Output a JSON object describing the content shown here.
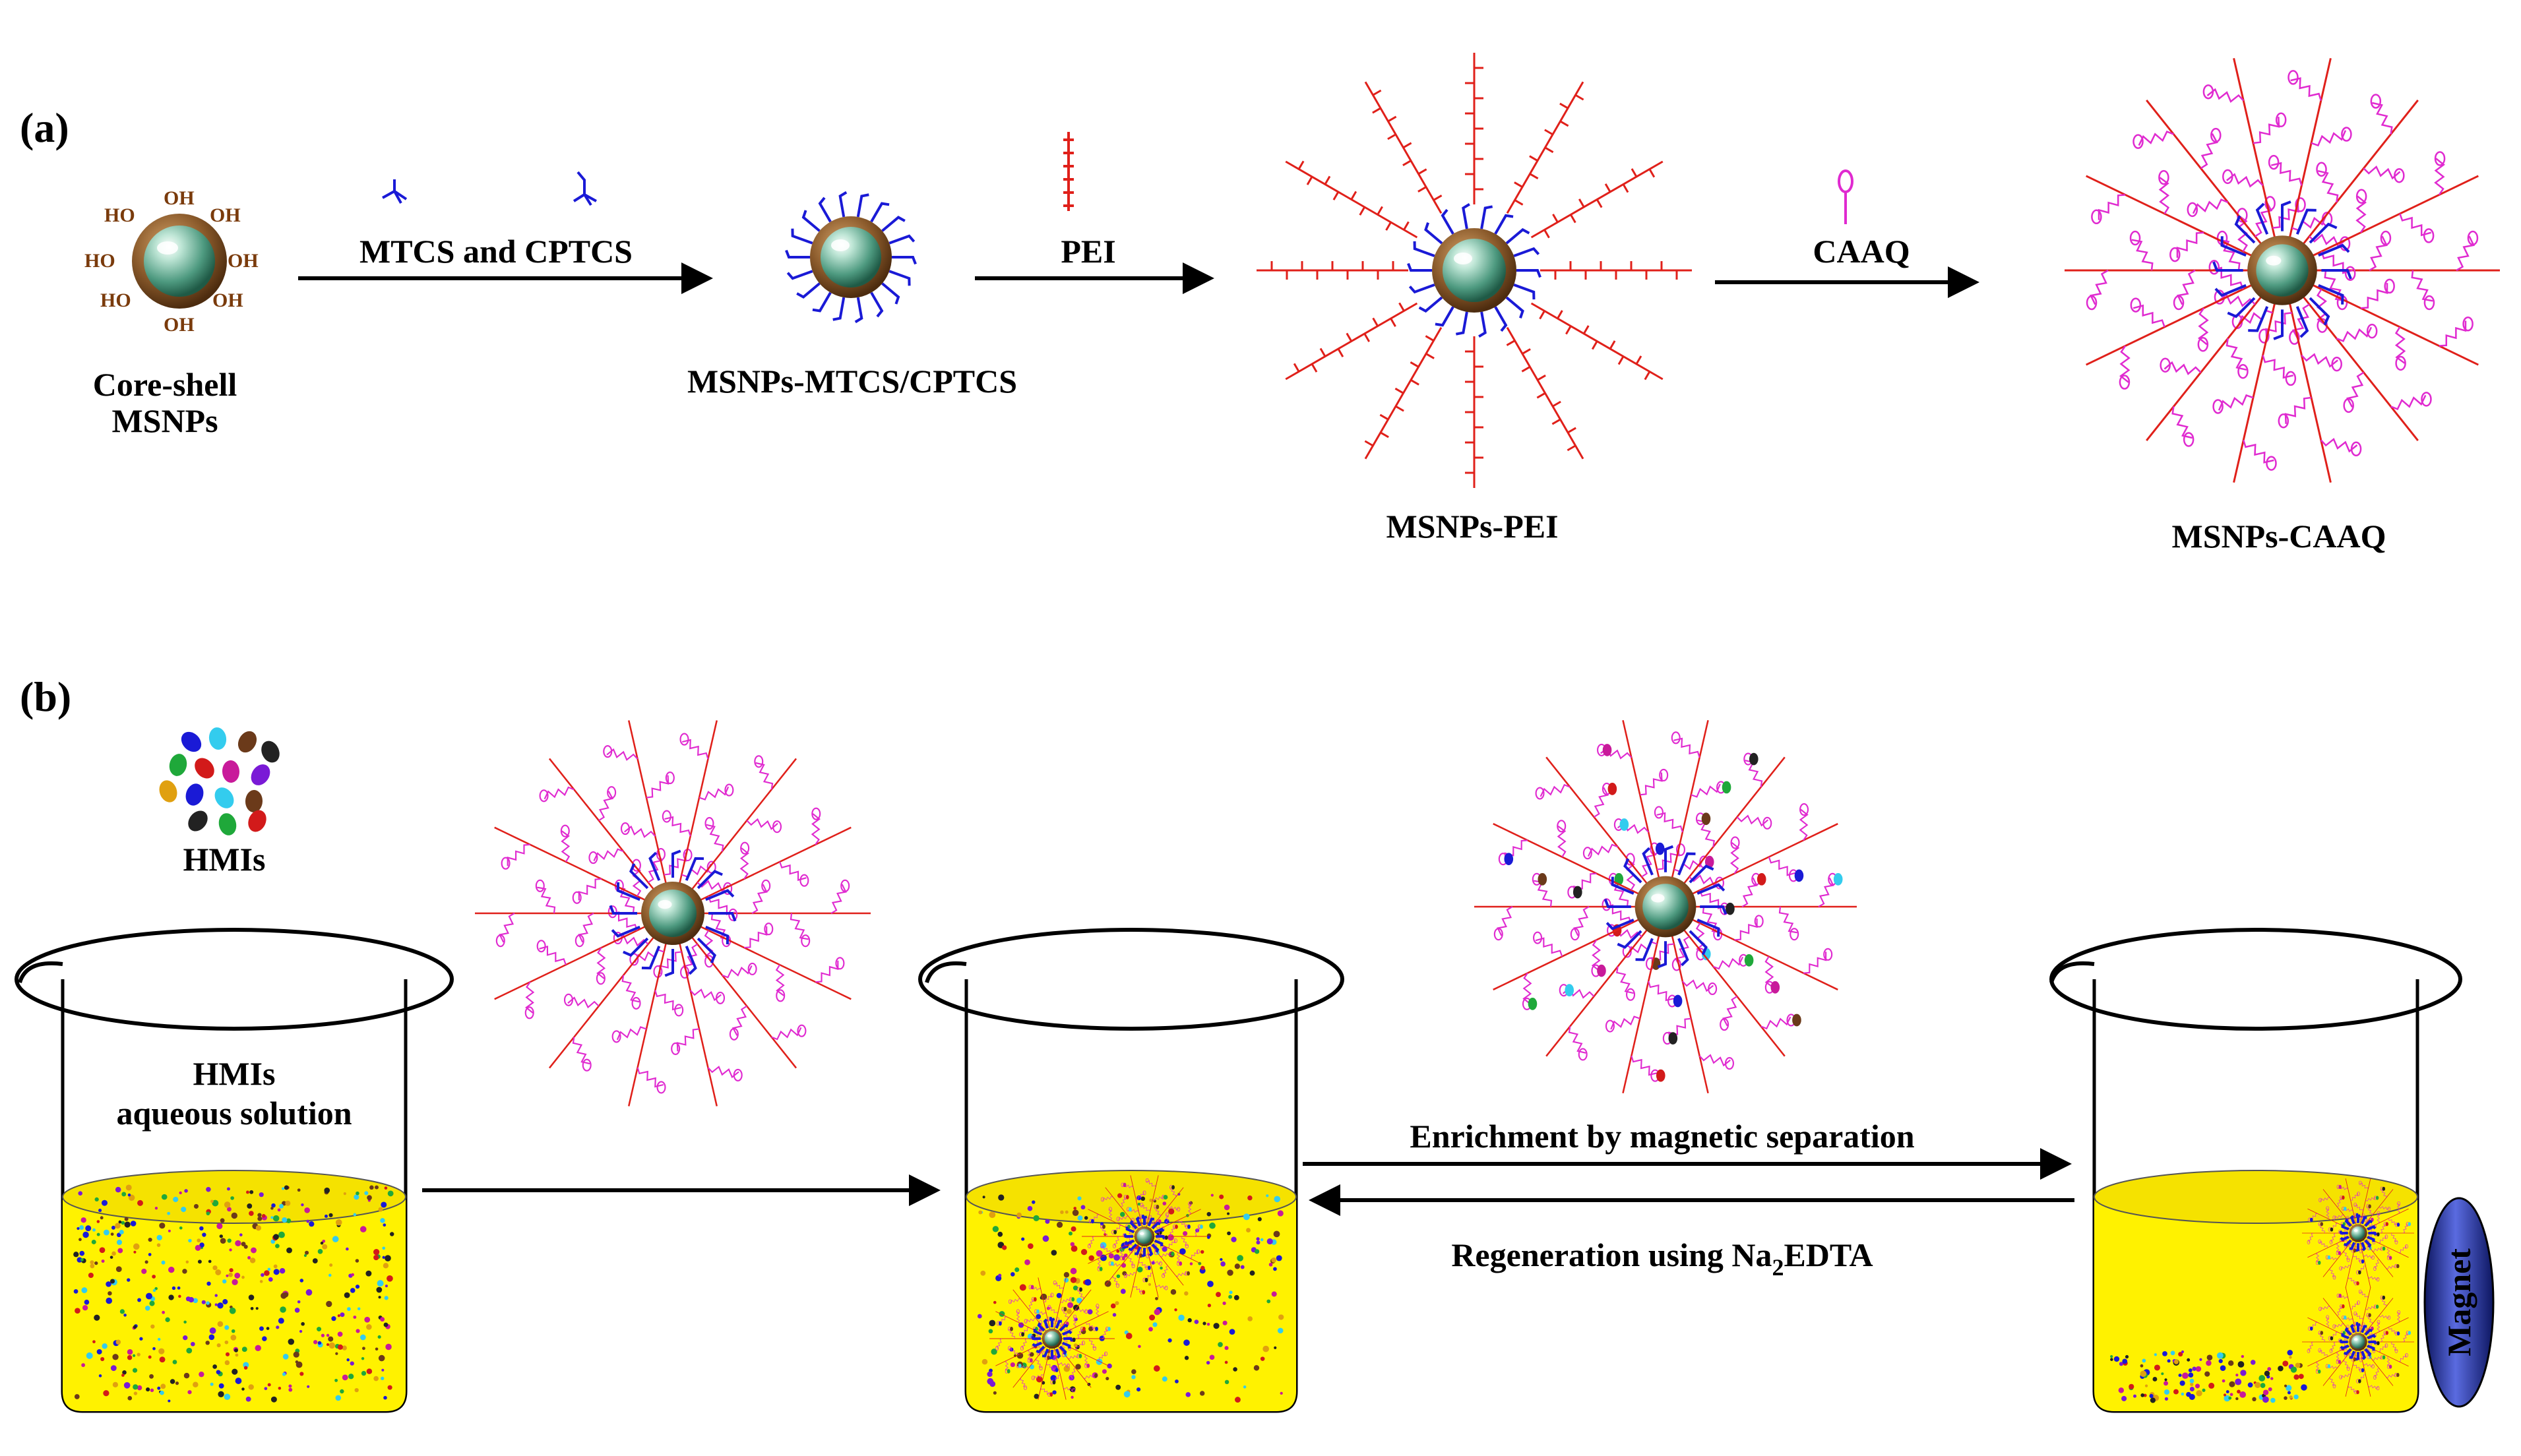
{
  "panel_a": {
    "label": "(a)",
    "core_shell_label_1": "Core-shell",
    "core_shell_label_2": "MSNPs",
    "hydroxyl": "OH",
    "hydroxyl_left": "HO",
    "step1_reagent": "MTCS and CPTCS",
    "product1": "MSNPs-MTCS/CPTCS",
    "step2_reagent": "PEI",
    "product2": "MSNPs-PEI",
    "step3_reagent": "CAAQ",
    "product3": "MSNPs-CAAQ"
  },
  "panel_b": {
    "label": "(b)",
    "ions_label": "HMIs",
    "solution_label_1": "HMIs",
    "solution_label_2": "aqueous solution",
    "forward_process": "Enrichment by magnetic separation",
    "reverse_process_prefix": "Regeneration using Na",
    "reverse_process_subscript": "2",
    "reverse_process_suffix": "EDTA",
    "magnet_label": "Magnet"
  },
  "colors": {
    "silica_shell": "#8a5a2b",
    "core": "#4e9a80",
    "mtcs_chain": "#1a1ad6",
    "pei_chain": "#e0201a",
    "caaq_chain": "#e02ad0",
    "solution": "#fff200",
    "magnet": "#1e2a8c"
  }
}
